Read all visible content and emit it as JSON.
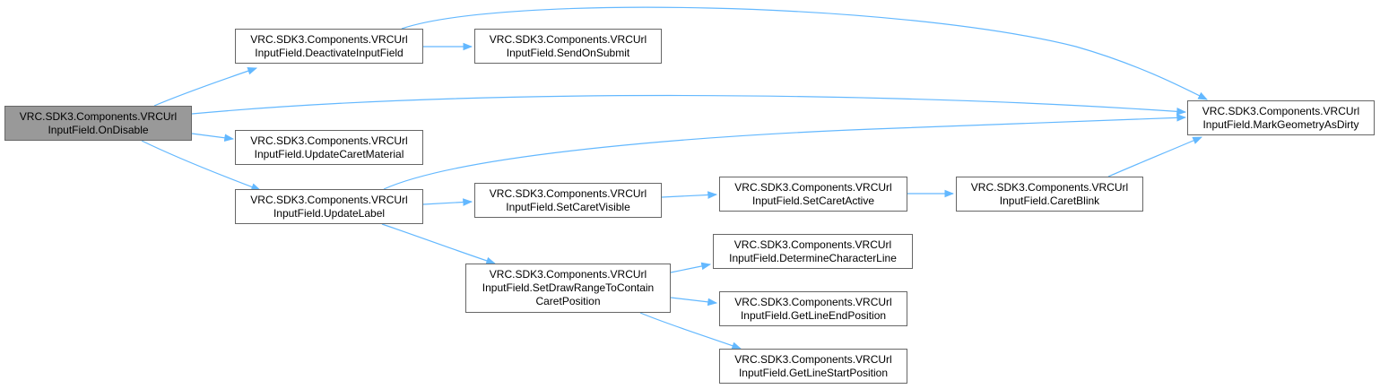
{
  "diagram": {
    "type": "call-graph",
    "edge_color": "#63b8ff",
    "nodes": [
      {
        "id": "ondisable",
        "lines": [
          "VRC.SDK3.Components.VRCUrl",
          "InputField.OnDisable"
        ],
        "root": true
      },
      {
        "id": "deactivate",
        "lines": [
          "VRC.SDK3.Components.VRCUrl",
          "InputField.DeactivateInputField"
        ]
      },
      {
        "id": "sendonsubmit",
        "lines": [
          "VRC.SDK3.Components.VRCUrl",
          "InputField.SendOnSubmit"
        ]
      },
      {
        "id": "updatecaretmaterial",
        "lines": [
          "VRC.SDK3.Components.VRCUrl",
          "InputField.UpdateCaretMaterial"
        ]
      },
      {
        "id": "updatelabel",
        "lines": [
          "VRC.SDK3.Components.VRCUrl",
          "InputField.UpdateLabel"
        ]
      },
      {
        "id": "setcaretvisible",
        "lines": [
          "VRC.SDK3.Components.VRCUrl",
          "InputField.SetCaretVisible"
        ]
      },
      {
        "id": "setcaretactive",
        "lines": [
          "VRC.SDK3.Components.VRCUrl",
          "InputField.SetCaretActive"
        ]
      },
      {
        "id": "caretblink",
        "lines": [
          "VRC.SDK3.Components.VRCUrl",
          "InputField.CaretBlink"
        ]
      },
      {
        "id": "markgeometry",
        "lines": [
          "VRC.SDK3.Components.VRCUrl",
          "InputField.MarkGeometryAsDirty"
        ]
      },
      {
        "id": "setdrawrange",
        "lines": [
          "VRC.SDK3.Components.VRCUrl",
          "InputField.SetDrawRangeToContain",
          "CaretPosition"
        ]
      },
      {
        "id": "determinecharline",
        "lines": [
          "VRC.SDK3.Components.VRCUrl",
          "InputField.DetermineCharacterLine"
        ]
      },
      {
        "id": "getlineend",
        "lines": [
          "VRC.SDK3.Components.VRCUrl",
          "InputField.GetLineEndPosition"
        ]
      },
      {
        "id": "getlinestart",
        "lines": [
          "VRC.SDK3.Components.VRCUrl",
          "InputField.GetLineStartPosition"
        ]
      }
    ],
    "edges": [
      {
        "from": "ondisable",
        "to": "deactivate"
      },
      {
        "from": "ondisable",
        "to": "markgeometry"
      },
      {
        "from": "ondisable",
        "to": "updatecaretmaterial"
      },
      {
        "from": "ondisable",
        "to": "updatelabel"
      },
      {
        "from": "deactivate",
        "to": "sendonsubmit"
      },
      {
        "from": "deactivate",
        "to": "markgeometry"
      },
      {
        "from": "updatelabel",
        "to": "markgeometry"
      },
      {
        "from": "updatelabel",
        "to": "setcaretvisible"
      },
      {
        "from": "updatelabel",
        "to": "setdrawrange"
      },
      {
        "from": "setcaretvisible",
        "to": "setcaretactive"
      },
      {
        "from": "setcaretactive",
        "to": "caretblink"
      },
      {
        "from": "caretblink",
        "to": "markgeometry"
      },
      {
        "from": "setdrawrange",
        "to": "determinecharline"
      },
      {
        "from": "setdrawrange",
        "to": "getlineend"
      },
      {
        "from": "setdrawrange",
        "to": "getlinestart"
      }
    ]
  }
}
